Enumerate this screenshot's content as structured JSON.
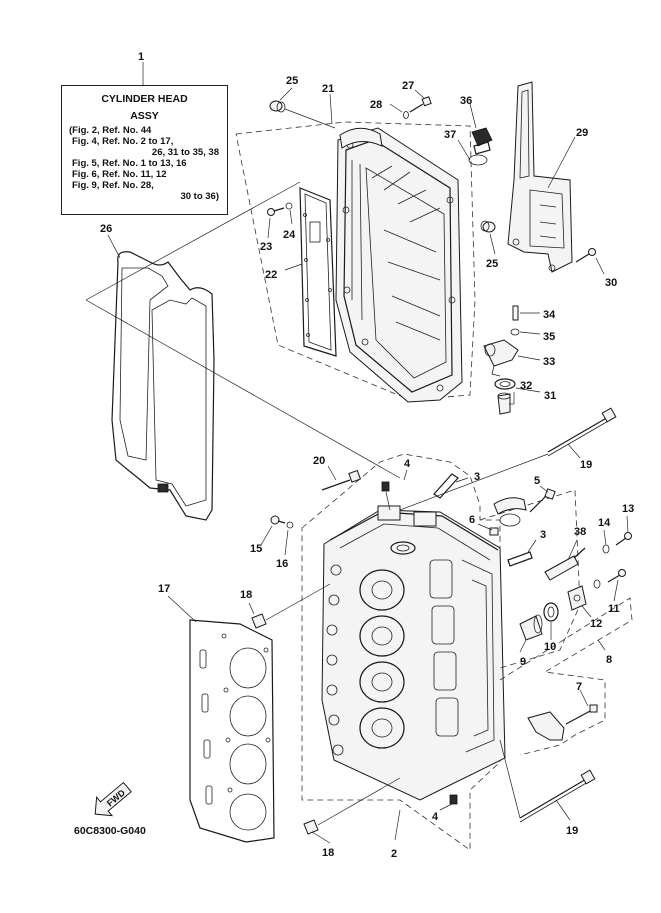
{
  "legend": {
    "title": "CYLINDER HEAD",
    "subtitle": "ASSY",
    "refs": [
      "(Fig. 2, Ref. No. 44",
      "Fig. 4, Ref. No. 2 to 17,",
      "26, 31 to 35, 38",
      "Fig. 5, Ref. No. 1 to 13, 16",
      "Fig. 6, Ref. No. 11, 12",
      "Fig. 9, Ref. No. 28,",
      "30 to 36)"
    ]
  },
  "drawing_code": "60C8300-G040",
  "fwd_label": "FWD",
  "callouts": {
    "c1": "1",
    "c2": "2",
    "c3a": "3",
    "c3b": "3",
    "c4a": "4",
    "c4b": "4",
    "c5": "5",
    "c6": "6",
    "c7": "7",
    "c8": "8",
    "c9": "9",
    "c10": "10",
    "c11": "11",
    "c12": "12",
    "c13": "13",
    "c14": "14",
    "c15": "15",
    "c16": "16",
    "c17": "17",
    "c18a": "18",
    "c18b": "18",
    "c19a": "19",
    "c19b": "19",
    "c20": "20",
    "c21": "21",
    "c22": "22",
    "c23": "23",
    "c24": "24",
    "c25a": "25",
    "c25b": "25",
    "c26": "26",
    "c27": "27",
    "c28": "28",
    "c29": "29",
    "c30": "30",
    "c31": "31",
    "c32": "32",
    "c33": "33",
    "c34": "34",
    "c35": "35",
    "c36": "36",
    "c37": "37",
    "c38": "38"
  }
}
